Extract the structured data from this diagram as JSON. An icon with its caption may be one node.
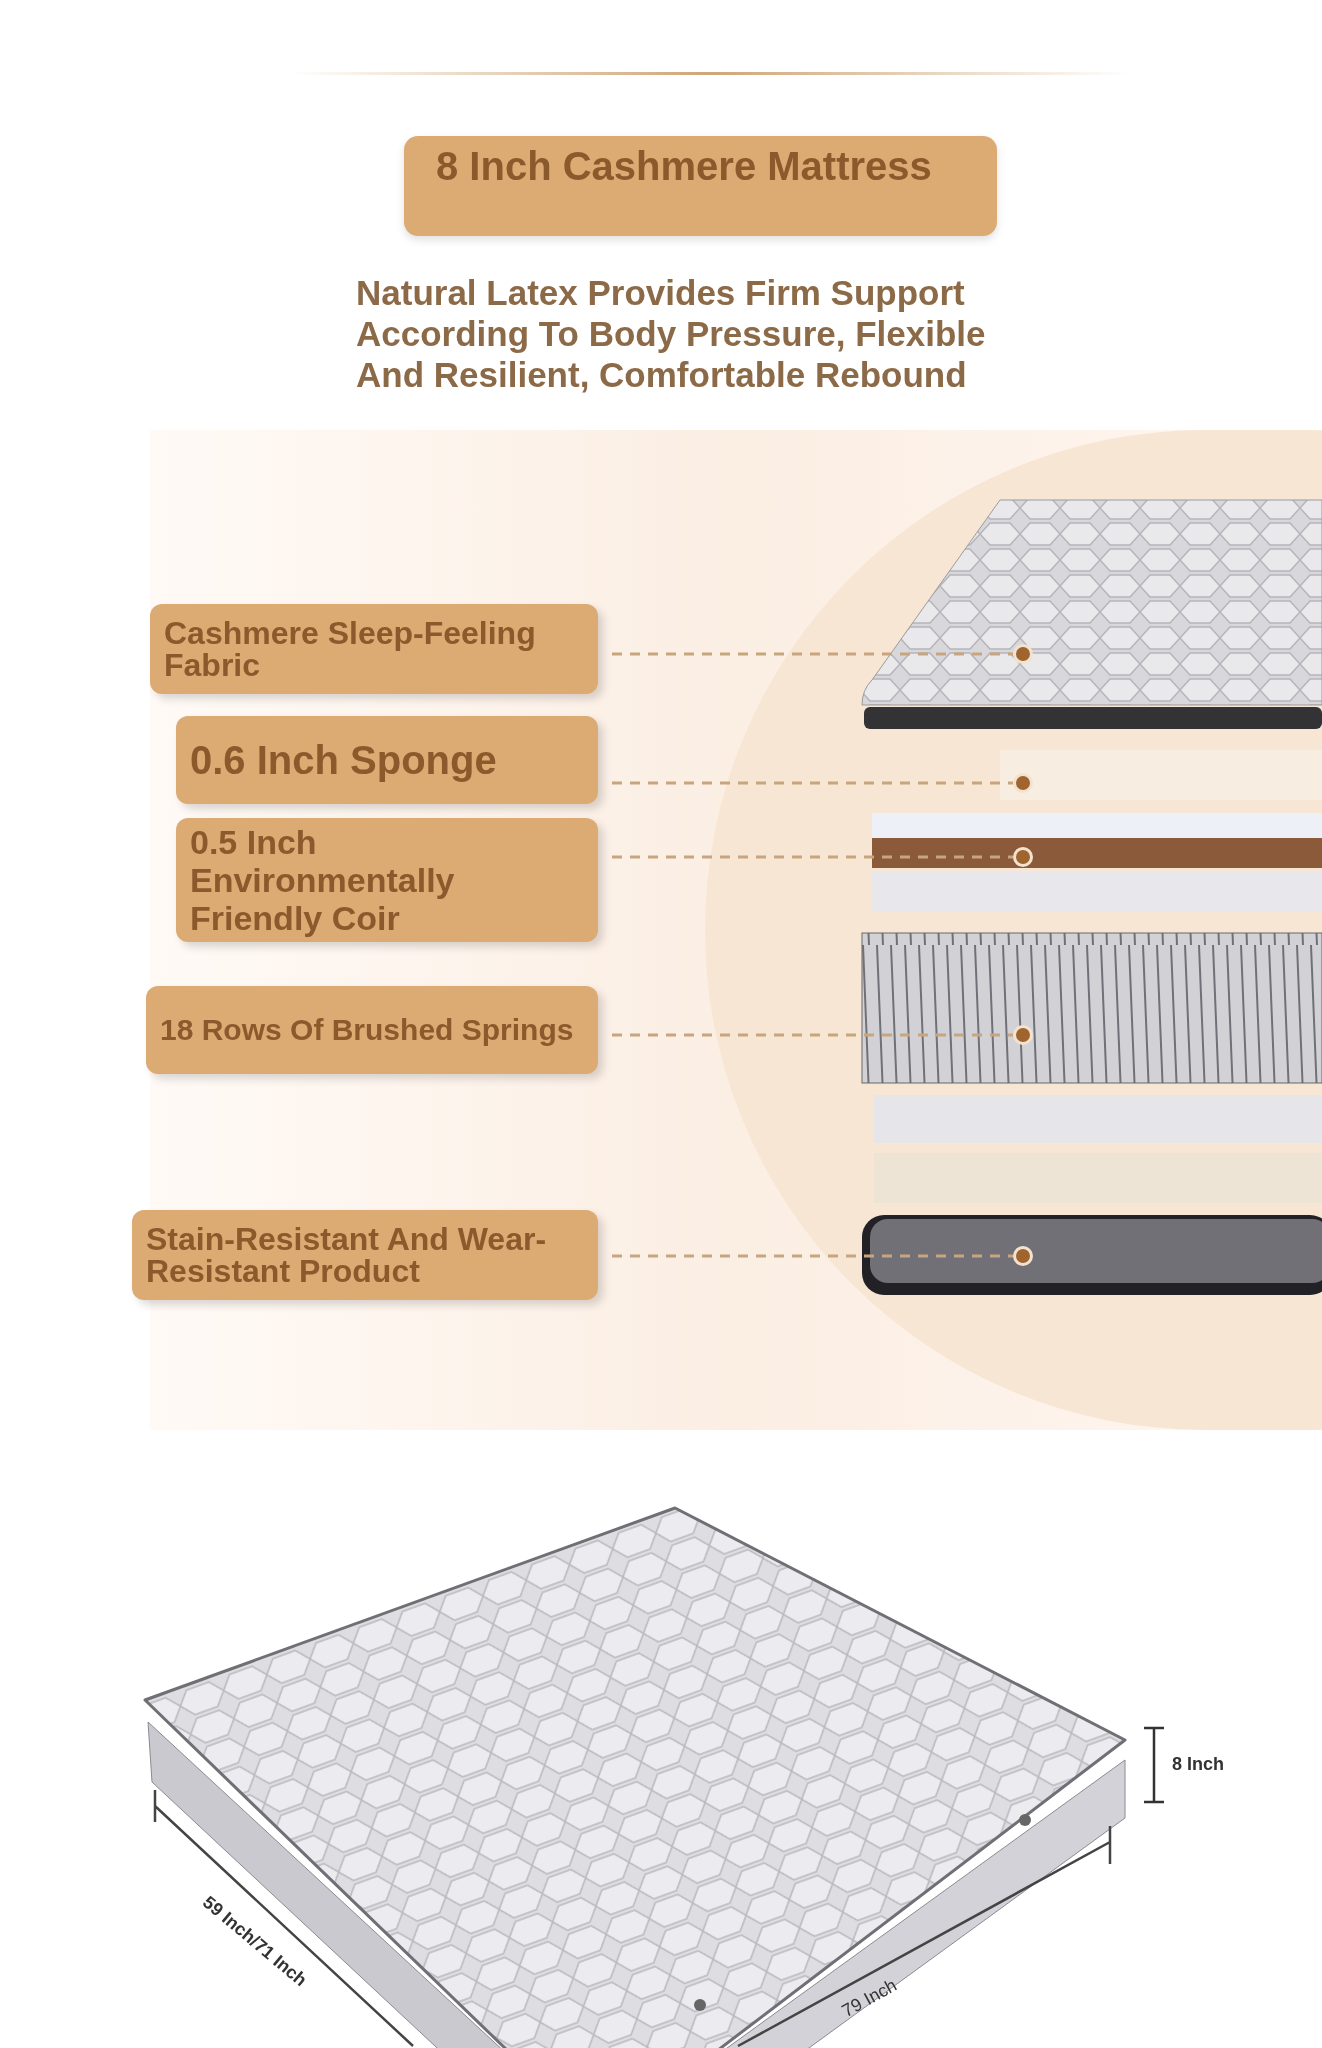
{
  "diagram": {
    "title": "8 Inch Cashmere Mattress",
    "nodes": [
      {
        "text": [
          "Cashmere Sleep-Feeling Fabric"
        ]
      },
      {
        "text": [
          "0.6 Inch Sponge"
        ]
      },
      {
        "text": [
          "0.5 Inch Environmentally Friendly Coir"
        ]
      },
      {
        "text": [
          "18 Rows Of Brushed Springs"
        ]
      },
      {
        "text": [
          "Stain-Resistant And Wear-Resistant Product"
        ]
      },
      {
        "text": [],
        "shape": "circle"
      },
      {
        "text": [],
        "shape": "circle"
      },
      {
        "text": [],
        "shape": "circle"
      },
      {
        "text": [],
        "shape": "circle"
      },
      {
        "text": [],
        "shape": "circle"
      }
    ],
    "edges": [
      {
        "from": 0,
        "to": 5,
        "arrow": "none",
        "style": "dashed"
      },
      {
        "from": 1,
        "to": 6,
        "arrow": "none",
        "style": "dashed"
      },
      {
        "from": 2,
        "to": 7,
        "arrow": "none",
        "style": "dashed"
      },
      {
        "from": 3,
        "to": 8,
        "arrow": "none",
        "style": "dashed"
      },
      {
        "from": 4,
        "to": 9,
        "arrow": "none",
        "style": "dashed"
      }
    ],
    "labels": [
      "Natural Latex Provides Firm Support According To Body Pressure, Flexible And Resilient, Comfortable Rebound",
      "8 Inch",
      "59 Inch/71 Inch",
      "79 Inch"
    ]
  }
}
